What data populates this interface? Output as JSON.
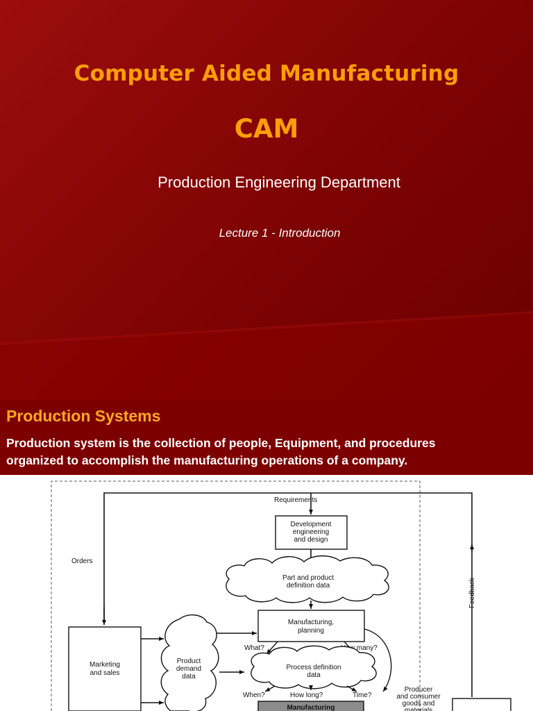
{
  "slide1": {
    "title": "Computer Aided Manufacturing",
    "acronym": "CAM",
    "department": "Production Engineering Department",
    "lecture": "Lecture 1 - Introduction"
  },
  "slide2": {
    "heading": "Production Systems",
    "body_line1": "Production system is the collection of people, Equipment, and procedures",
    "body_line2": "organized to accomplish the manufacturing operations of a company."
  },
  "diagram": {
    "requirements": "Requirements",
    "dev_box": [
      "Development",
      "engineering",
      "and design"
    ],
    "orders": "Orders",
    "part_data": [
      "Part and product",
      "definition data"
    ],
    "feedback": "Feedback",
    "mfg_planning": [
      "Manufacturing,",
      "planning"
    ],
    "marketing": [
      "Marketing",
      "and sales"
    ],
    "product_demand": [
      "Product",
      "demand",
      "data"
    ],
    "what": "What?",
    "how_many": "How many?",
    "process_def": [
      "Process definition",
      "data"
    ],
    "when": "When?",
    "how_long": "How long?",
    "time": "Time?",
    "producer": [
      "Producer",
      "and consumer",
      "goods and",
      "materials"
    ],
    "manufacturing": "Manufacturing"
  }
}
